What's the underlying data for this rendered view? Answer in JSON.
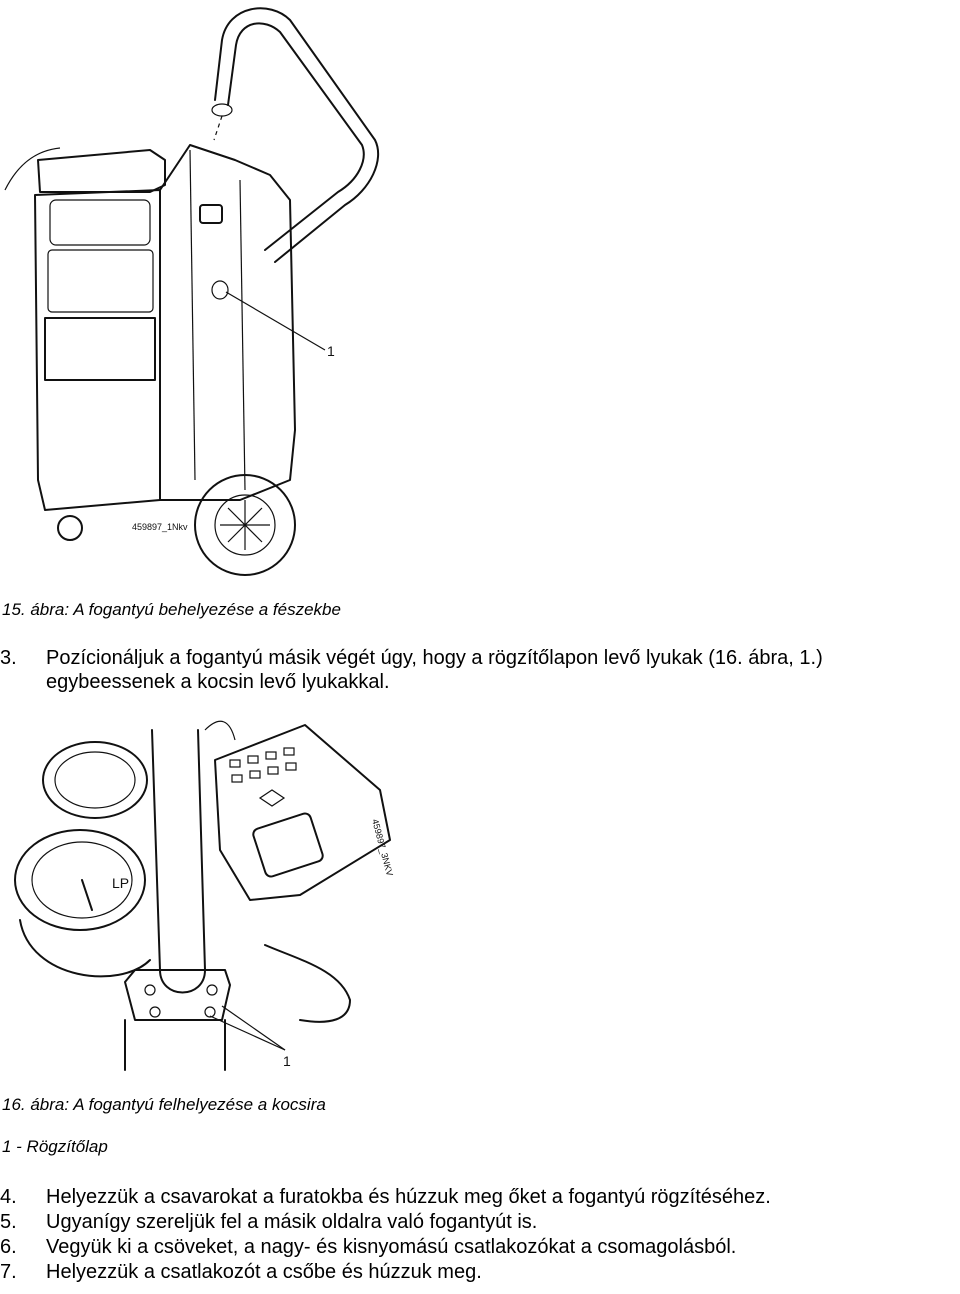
{
  "figure15": {
    "callout": "1",
    "code": "459897_1Nkv",
    "caption": "15. ábra: A fogantyú behelyezése a fészekbe"
  },
  "step3": {
    "number": "3.",
    "line1": "Pozícionáljuk a fogantyú másik végét úgy, hogy a rögzítőlapon levő lyukak (16. ábra, 1.)",
    "line2": "egybeessenek a kocsin levő lyukakkal."
  },
  "figure16": {
    "callout": "1",
    "code": "459897_3NKV",
    "gauge_label": "LP",
    "caption": "16. ábra: A fogantyú felhelyezése a kocsira",
    "legend": "1 - Rögzítőlap"
  },
  "steps": [
    {
      "number": "4.",
      "text": "Helyezzük a csavarokat a furatokba és húzzuk meg őket a fogantyú rögzítéséhez."
    },
    {
      "number": "5.",
      "text": "Ugyanígy szereljük fel a másik oldalra való fogantyút is."
    },
    {
      "number": "6.",
      "text": "Vegyük ki a csöveket, a nagy- és kisnyomású csatlakozókat a csomagolásból."
    },
    {
      "number": "7.",
      "text": "Helyezzük a csatlakozót a csőbe és húzzuk meg."
    }
  ]
}
